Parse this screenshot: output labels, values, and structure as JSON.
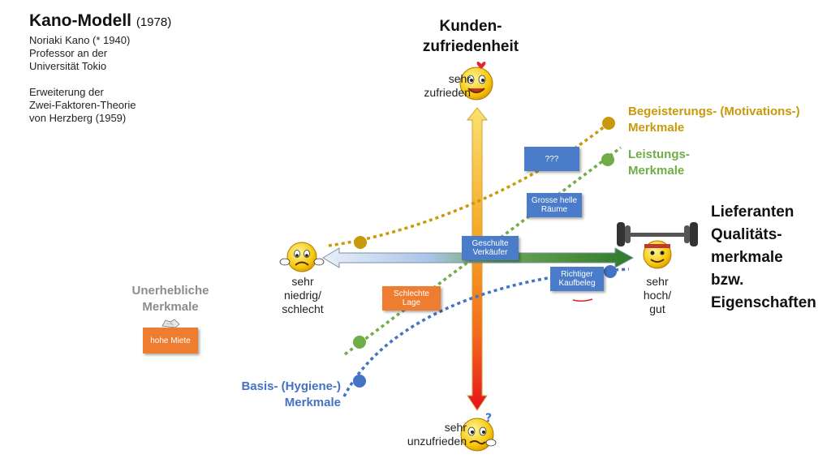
{
  "header": {
    "title": "Kano-Modell",
    "year": "(1978)",
    "info_lines": [
      "Noriaki Kano (* 1940)",
      "Professor  an der",
      "Universität Tokio"
    ],
    "extension_lines": [
      "Erweiterung  der",
      "Zwei-Faktoren-Theorie",
      "von Herzberg  (1959)"
    ]
  },
  "axes": {
    "y_title_lines": [
      "Kunden-",
      "zufriedenheit"
    ],
    "x_title_lines": [
      "Lieferanten",
      "Qualitäts-",
      "merkmale",
      "bzw.",
      "Eigenschaften"
    ],
    "top_label_lines": [
      "sehr",
      "zufrieden"
    ],
    "bottom_label_lines": [
      "sehr",
      "unzufrieden"
    ],
    "left_label_lines": [
      "sehr",
      "niedrig/",
      "schlecht"
    ],
    "right_label_lines": [
      "sehr",
      "hoch/",
      "gut"
    ]
  },
  "categories": {
    "begeisterung_lines": [
      "Begeisterungs- (Motivations-)",
      "Merkmale"
    ],
    "leistung_lines": [
      "Leistungs-",
      "Merkmale"
    ],
    "basis_lines": [
      "Basis- (Hygiene-)",
      "Merkmale"
    ],
    "unerheblich_lines": [
      "Unerhebliche",
      "Merkmale"
    ]
  },
  "notes": {
    "n1_lines": [
      "???"
    ],
    "n2_lines": [
      "Grosse helle",
      "Räume"
    ],
    "n3_lines": [
      "Geschulte",
      "Verkäufer"
    ],
    "n4_lines": [
      "Richtiger",
      "Kaufbeleg"
    ],
    "n5_lines": [
      "Schlechte",
      "Lage"
    ],
    "n6_lines": [
      "hohe Miete"
    ]
  },
  "colors": {
    "begeisterung": "#c8990a",
    "leistung": "#70ad47",
    "basis": "#4472c4",
    "unerheblich": "#8c8c8c",
    "note_blue": "#4a7cc9",
    "note_orange": "#ef7d31"
  },
  "icons": [
    "happy-face-icon",
    "sad-face-icon",
    "strong-face-icon",
    "confused-face-icon"
  ]
}
